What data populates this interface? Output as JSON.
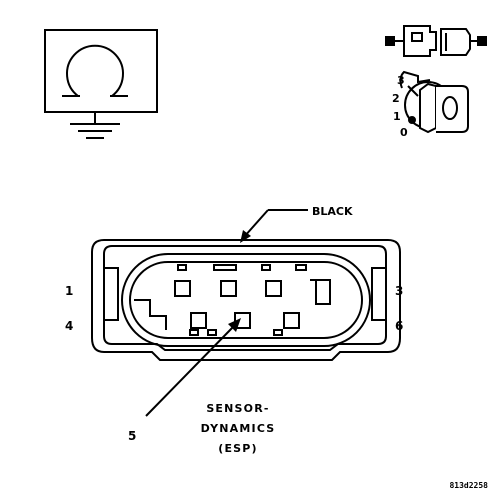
{
  "wire_color_label": "BLACK",
  "connector": {
    "name_lines": [
      "SENSOR-",
      "DYNAMICS",
      "(ESP)"
    ],
    "pin_numbers": {
      "top_left": "1",
      "top_right": "3",
      "bottom_left": "4",
      "bottom_right": "6",
      "callout": "5"
    }
  },
  "ignition_positions": [
    "3",
    "2",
    "1",
    "0"
  ],
  "figure_reference": "813d2258"
}
